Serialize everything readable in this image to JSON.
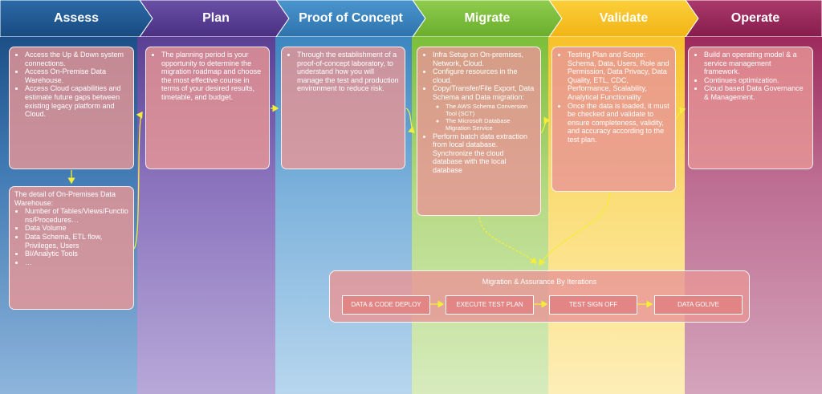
{
  "phases": [
    {
      "label": "Assess",
      "color": "#1f5a96"
    },
    {
      "label": "Plan",
      "color": "#5b3f93"
    },
    {
      "label": "Proof of Concept",
      "color": "#3d86bf"
    },
    {
      "label": "Migrate",
      "color": "#7cbf3b"
    },
    {
      "label": "Validate",
      "color": "#f7c22a"
    },
    {
      "label": "Operate",
      "color": "#9c2a5d"
    }
  ],
  "assess": {
    "box1": [
      "Access the Up & Down system connections.",
      "Access On-Premise Data Warehouse.",
      "Access Cloud capabilities and estimate future gaps between existing legacy platform and Cloud."
    ],
    "box2_title": "The detail of On-Premises Data Warehouse:",
    "box2": [
      "Number of Tables/Views/Functions/Procedures…",
      "Data Volume",
      "Data Schema, ETL flow, Privileges, Users",
      "BI/Analytic Tools",
      "…"
    ]
  },
  "plan": {
    "items": [
      "The planning period is your opportunity to determine the migration roadmap and choose the most effective course in terms of your desired results, timetable, and budget."
    ]
  },
  "poc": {
    "items": [
      "Through the establishment of a proof-of-concept laboratory, to understand how you will manage the test and production environment to reduce risk."
    ]
  },
  "migrate": {
    "item1": "Infra Setup on On-premises, Network, Cloud.",
    "item2": "Configure resources in the cloud.",
    "item3": "Copy/Transfer/File Export, Data Schema and Data migration:",
    "sub1": "The AWS Schema Conversion Tool (SCT)",
    "sub2": "The Microsoft Database Migration Service",
    "item4": "Perform batch data extraction from local database. Synchronize the cloud database with the local database"
  },
  "validate": {
    "item1": "Testing Plan and Scope: Schema, Data, Users, Role and Permission, Data Privacy, Data Quality, ETL, CDC, Performance, Scalability, Analytical Functionality",
    "item2": "Once the data is loaded, it must be checked and validate to ensure completeness, validity, and accuracy according to the test plan."
  },
  "operate": {
    "items": [
      "Build an operating model & a service management framework.",
      "Continues optimization.",
      "Cloud based Data Governance & Management."
    ]
  },
  "iterations": {
    "title": "Migration & Assurance By Iterations",
    "steps": [
      "DATA & CODE DEPLOY",
      "EXECUTE TEST PLAN",
      "TEST SIGN OFF",
      "DATA GOLIVE"
    ]
  },
  "colors": {
    "box_fill": "#e89696",
    "connector": "#f2ee3a"
  }
}
